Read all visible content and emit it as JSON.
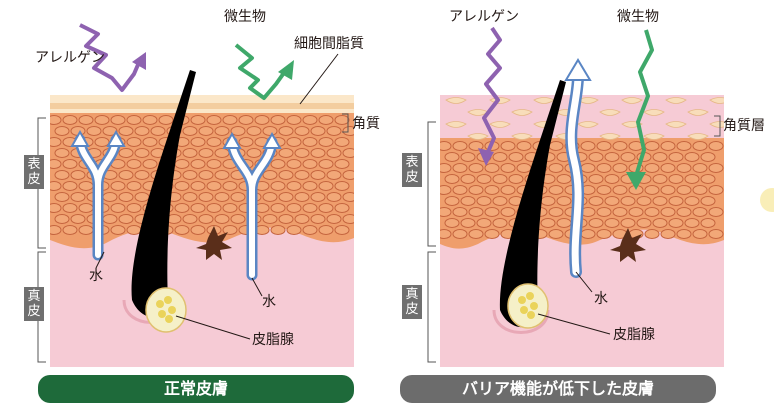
{
  "colors": {
    "normal_bar": "#1e6a3a",
    "damaged_bar": "#6c6c6c",
    "allergen_arrow": "#8e62b0",
    "microbe_arrow": "#3fa86a",
    "water_channel": "#5a86c4",
    "cell_fill": "#ef9e6c",
    "cell_outline": "#c4643e",
    "dermis_fill": "#f6cbd5",
    "horny_layer": "#f8ddba"
  },
  "left_panel": {
    "allergen": "アレルゲン",
    "microbe": "微生物",
    "intercellular_lipid": "細胞間脂質",
    "stratum_corneum": "角質",
    "epidermis": "表皮",
    "dermis": "真皮",
    "water_upper": "水",
    "water_lower": "水",
    "sebaceous_gland": "皮脂腺",
    "footer": "正常皮膚"
  },
  "right_panel": {
    "allergen": "アレルゲン",
    "microbe": "微生物",
    "stratum_corneum": "角質層",
    "epidermis": "表皮",
    "dermis": "真皮",
    "water": "水",
    "sebaceous_gland": "皮脂腺",
    "footer": "バリア機能が低下した皮膚"
  }
}
